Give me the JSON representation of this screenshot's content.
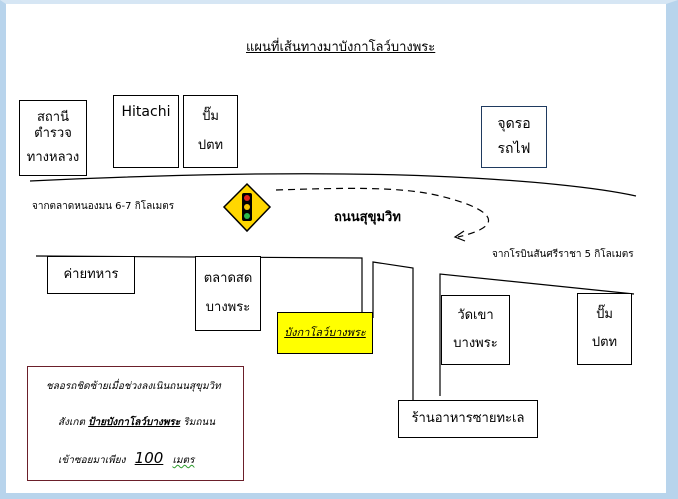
{
  "map": {
    "title": "แผนที่เส้นทางมาบังกาโลว์บางพระ",
    "road_name": "ถนนสุขุมวิท",
    "from_left": "จากตลาดหนองมน 6-7 กิโลเมตร",
    "from_right": "จากโรบินสันศรีราชา 5 กิโลเมตร",
    "landmarks": {
      "police": [
        "สถานีตำรวจ",
        "ทางหลวง"
      ],
      "hitachi": [
        "Hitachi"
      ],
      "gas_top": [
        "ปั๊ม",
        "ปตท"
      ],
      "train_stop": [
        "จุดรอ",
        "รถไฟ"
      ],
      "army_camp": [
        "ค่ายทหาร"
      ],
      "market": [
        "ตลาดสด",
        "บางพระ"
      ],
      "bungalow": [
        "บังกาโลว์บางพระ"
      ],
      "temple": [
        "วัดเขา",
        "บางพระ"
      ],
      "seafood": [
        "ร้านอาหารซายทะเล"
      ],
      "gas_bottom": [
        "ปั๊ม",
        "ปตท"
      ]
    },
    "note": {
      "line1": "ชลอรถชิดซ้ายเมื่อช่วงลงเนินถนนสุขุมวิท",
      "line2_prefix": "สังเกต",
      "line2_sign": "ป้ายบังกาโลว์บางพระ",
      "line2_suffix": "ริมถนน",
      "line3_prefix": "เข้าซอยมาเพียง",
      "line3_number": "100",
      "line3_unit": "เมตร"
    },
    "colors": {
      "bungalow_fill": "#ffff00",
      "sign_fill": "#ffd700",
      "note_border": "#6b1f2a",
      "train_border": "#1f3a5f"
    }
  }
}
